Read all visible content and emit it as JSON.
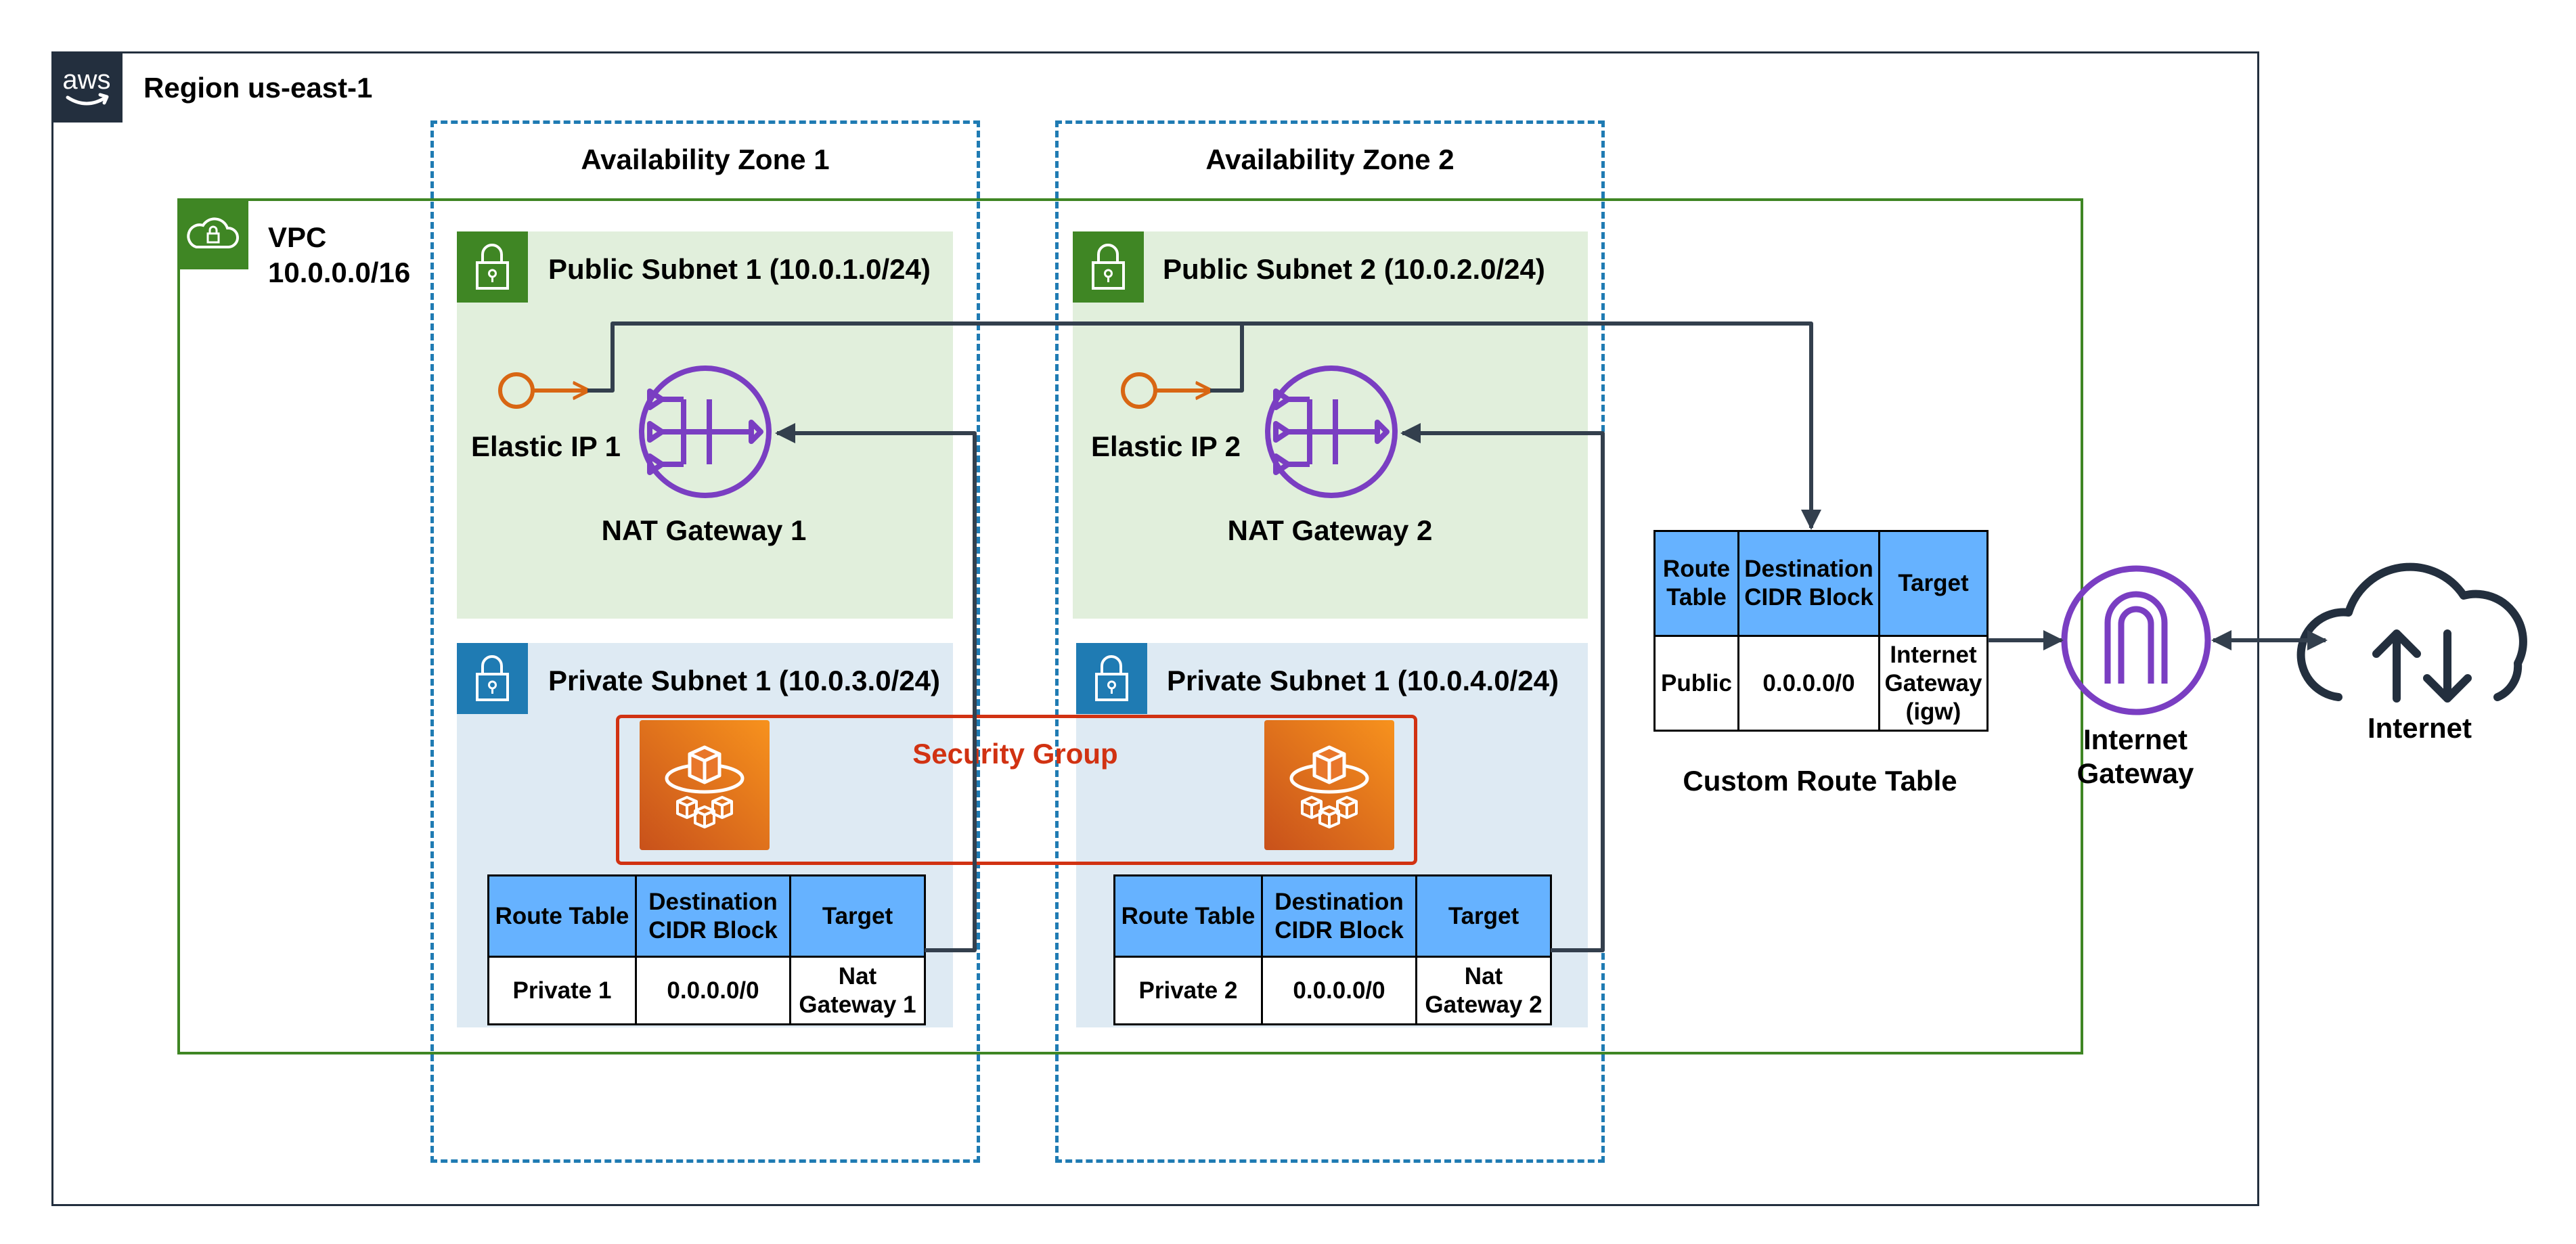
{
  "region": {
    "label": "Region us-east-1",
    "badge_text": "aws"
  },
  "vpc": {
    "label_line1": "VPC",
    "label_line2": "10.0.0.0/16"
  },
  "availability_zones": [
    {
      "label": "Availability Zone 1"
    },
    {
      "label": "Availability Zone 2"
    }
  ],
  "public_subnets": [
    {
      "label": "Public Subnet 1 (10.0.1.0/24)",
      "elastic_ip": "Elastic IP 1",
      "nat": "NAT Gateway 1"
    },
    {
      "label": "Public Subnet 2 (10.0.2.0/24)",
      "elastic_ip": "Elastic IP 2",
      "nat": "NAT Gateway 2"
    }
  ],
  "private_subnets": [
    {
      "label": "Private Subnet 1 (10.0.3.0/24)"
    },
    {
      "label": "Private Subnet 1 (10.0.4.0/24)"
    }
  ],
  "security_group": {
    "label": "Security Group"
  },
  "private_route_tables": [
    {
      "headers": [
        "Route Table",
        "Destination CIDR Block",
        "Target"
      ],
      "row": [
        "Private 1",
        "0.0.0.0/0",
        "Nat Gateway 1"
      ]
    },
    {
      "headers": [
        "Route Table",
        "Destination CIDR Block",
        "Target"
      ],
      "row": [
        "Private 2",
        "0.0.0.0/0",
        "Nat Gateway 2"
      ]
    }
  ],
  "custom_route_table": {
    "caption": "Custom Route Table",
    "headers": [
      "Route Table",
      "Destination CIDR Block",
      "Target"
    ],
    "row": [
      "Public",
      "0.0.0.0/0",
      "Internet Gateway (igw)"
    ]
  },
  "internet_gateway": {
    "label_line1": "Internet",
    "label_line2": "Gateway"
  },
  "internet": {
    "label": "Internet"
  },
  "colors": {
    "region_border": "#232f3e",
    "az_border": "#1f7bb3",
    "vpc_border": "#3f8624",
    "public_subnet_fill": "#e1efdc",
    "private_subnet_fill": "#deeaf3",
    "security_group_border": "#d13212",
    "security_group_text": "#d13212",
    "nat_gateway": "#7a3ec2",
    "elastic_ip": "#d86613",
    "table_header": "#66b2ff",
    "connector": "#333f4d"
  },
  "icons": {
    "region": "aws-logo-icon",
    "vpc": "cloud-lock-icon",
    "subnet": "padlock-icon",
    "elastic_ip": "elastic-ip-icon",
    "nat": "nat-gateway-icon",
    "ec2": "ec2-instance-icon",
    "igw": "internet-gateway-icon",
    "internet": "cloud-upload-download-icon"
  }
}
